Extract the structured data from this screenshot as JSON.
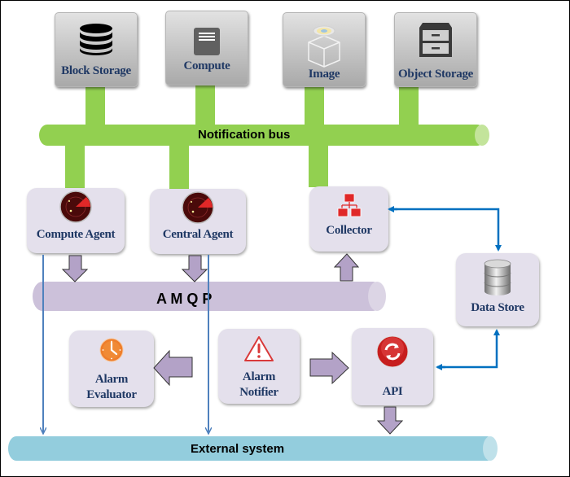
{
  "diagram": {
    "services": [
      {
        "id": "block-storage",
        "label": "Block Storage",
        "icon": "database-stack-icon"
      },
      {
        "id": "compute",
        "label": "Compute",
        "icon": "server-icon"
      },
      {
        "id": "image",
        "label": "Image",
        "icon": "disk-box-icon"
      },
      {
        "id": "object-storage",
        "label": "Object Storage",
        "icon": "filing-cabinet-icon"
      }
    ],
    "buses": {
      "notification": "Notification bus",
      "amqp": "A M Q P",
      "external": "External system"
    },
    "nodes": {
      "compute_agent": {
        "label": "Compute Agent",
        "icon": "radar-icon"
      },
      "central_agent": {
        "label": "Central Agent",
        "icon": "radar-icon"
      },
      "collector": {
        "label": "Collector",
        "icon": "network-hierarchy-icon"
      },
      "data_store": {
        "label": "Data Store",
        "icon": "database-cylinder-icon"
      },
      "alarm_evaluator": {
        "label_line1": "Alarm",
        "label_line2": "Evaluator",
        "icon": "clock-icon"
      },
      "alarm_notifier": {
        "label_line1": "Alarm",
        "label_line2": "Notifier",
        "icon": "warning-triangle-icon"
      },
      "api": {
        "label": "API",
        "icon": "refresh-circle-icon"
      }
    },
    "colors": {
      "notification_bus": "#92d050",
      "amqp_bus": "#ccc1da",
      "external_bus": "#93cddd",
      "node_fill": "#e4e0ec",
      "label_text": "#1f3864",
      "flow_arrow": "#b3a2c7",
      "link_arrow": "#0070c0",
      "thin_arrow": "#4f81bd"
    }
  }
}
